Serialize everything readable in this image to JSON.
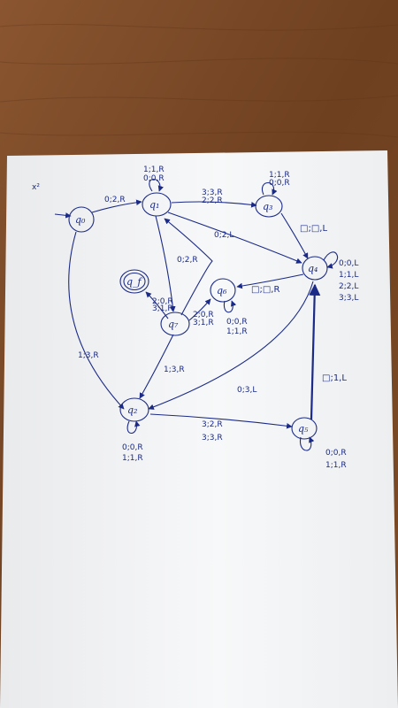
{
  "corner_mark": "x²",
  "states": {
    "q0": "q₀",
    "q1": "q₁",
    "q2": "q₂",
    "q3": "q₃",
    "q4": "q₄",
    "q5": "q₅",
    "q6": "q₆",
    "q7": "q₇",
    "qf": "q_f"
  },
  "edges": {
    "q0_q1": "0;2,R",
    "q1_loop_a": "1;1,R",
    "q1_loop_b": "0;0,R",
    "q1_q3_a": "3;3,R",
    "q1_q3_b": "2;2,R",
    "q3_loop_a": "1;1,R",
    "q3_loop_b": "0;0,R",
    "q3_q4": "□;□,L",
    "q1_q4": "0;2,L",
    "q1_q7": "0;2,R",
    "q4_loop_a": "0;0,L",
    "q4_loop_b": "1;1,L",
    "q4_loop_c": "2;2,L",
    "q4_loop_d": "3;3,L",
    "q4_q6": "□;□,R",
    "q7_qf_a": "2;0,R",
    "q7_qf_b": "3;1,R",
    "q7_q6_a": "2;0,R",
    "q7_q6_b": "3;1,R",
    "q6_loop_a": "0;0,R",
    "q6_loop_b": "1;1,R",
    "q0_q2": "1;3,R",
    "q7_q2": "1;3,R",
    "q4_q2": "0;3,L",
    "q2_loop_a": "0;0,R",
    "q2_loop_b": "1;1,R",
    "q2_q5_a": "3;2,R",
    "q2_q5_b": "3;3,R",
    "q5_q4": "□;1,L",
    "q5_loop_a": "0;0,R",
    "q5_loop_b": "1;1,R"
  },
  "colors": {
    "ink": "#1b2a86",
    "paper": "#f4f5f6",
    "wood": "#7a4a24"
  }
}
